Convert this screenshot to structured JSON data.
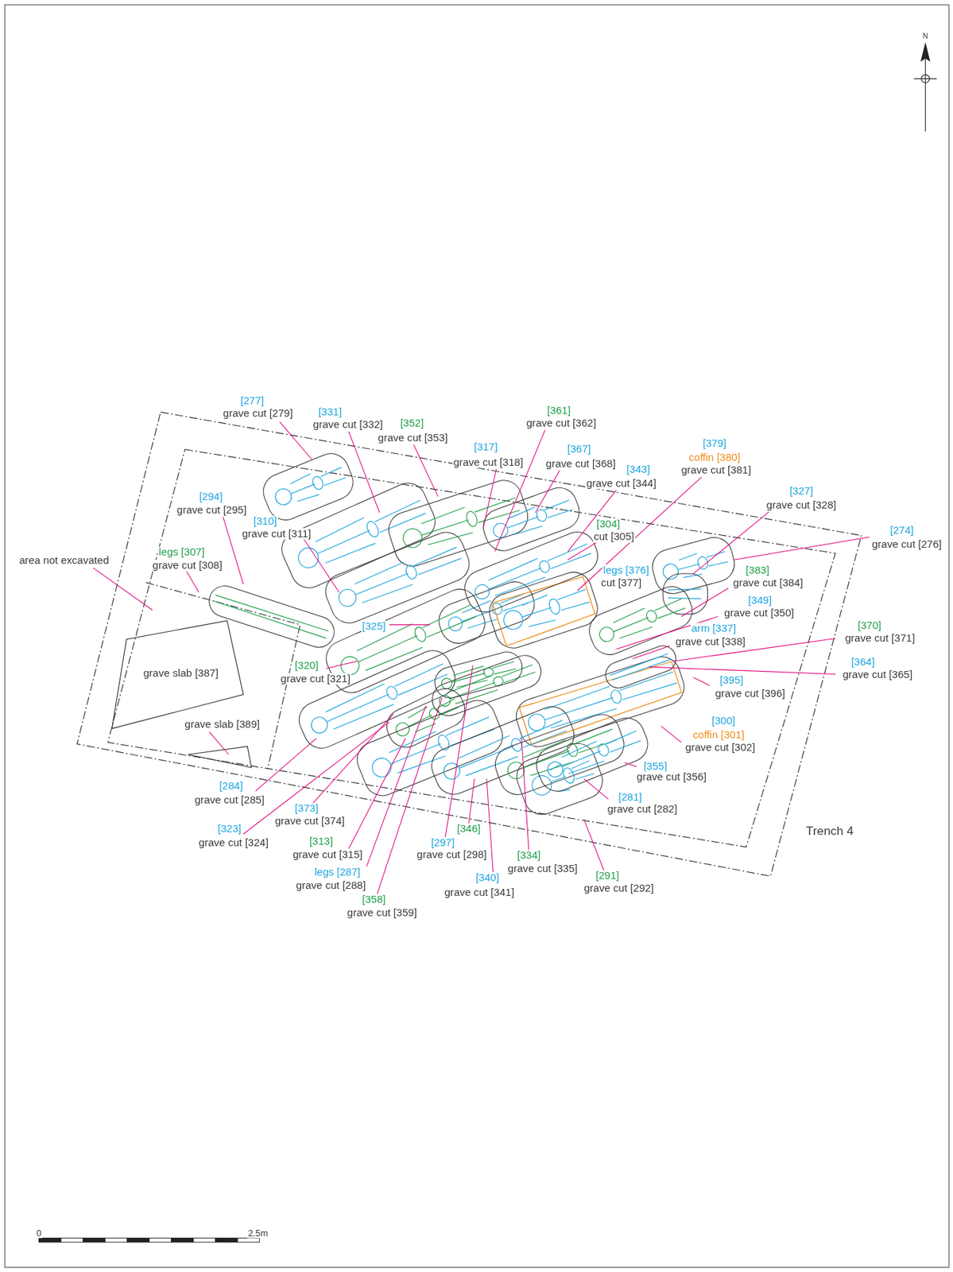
{
  "diagram": {
    "labels": [
      "N",
      "[277]",
      "grave cut [279]",
      "[331]",
      "grave cut [332]",
      "[352]",
      "grave cut [353]",
      "[361]",
      "grave cut [362]",
      "[317]",
      "grave cut [318]",
      "[367]",
      "grave cut [368]",
      "[379]",
      "coffin [380]",
      "grave cut [381]",
      "[343]",
      "grave cut [344]",
      "[327]",
      "grave cut [328]",
      "[294]",
      "grave cut [295]",
      "[310]",
      "grave cut [311]",
      "[304]",
      "cut [305]",
      "[274]",
      "grave cut [276]",
      "legs [307]",
      "area not excavated",
      "grave cut [308]",
      "legs [376]",
      "[383]",
      "cut [377]",
      "grave cut [384]",
      "[349]",
      "grave cut [350]",
      "[325]",
      "[370]",
      "arm [337]",
      "grave cut [371]",
      "grave cut [338]",
      "[364]",
      "[320]",
      "grave slab [387]",
      "grave cut [365]",
      "grave cut [321]",
      "[395]",
      "grave cut [396]",
      "[300]",
      "grave slab [389]",
      "coffin [301]",
      "grave cut [302]",
      "[355]",
      "grave cut [356]",
      "[284]",
      "[281]",
      "grave cut [285]",
      "[373]",
      "grave cut [282]",
      "grave cut [374]",
      "[323]",
      "[346]",
      "Trench 4",
      "[313]",
      "grave cut [324]",
      "[297]",
      "grave cut [315]",
      "grave cut [298]",
      "[334]",
      "grave cut [335]",
      "legs [287]",
      "[291]",
      "[340]",
      "grave cut [288]",
      "grave cut [292]",
      "grave cut [341]",
      "[358]",
      "grave cut [359]",
      "0",
      "2.5m"
    ]
  }
}
